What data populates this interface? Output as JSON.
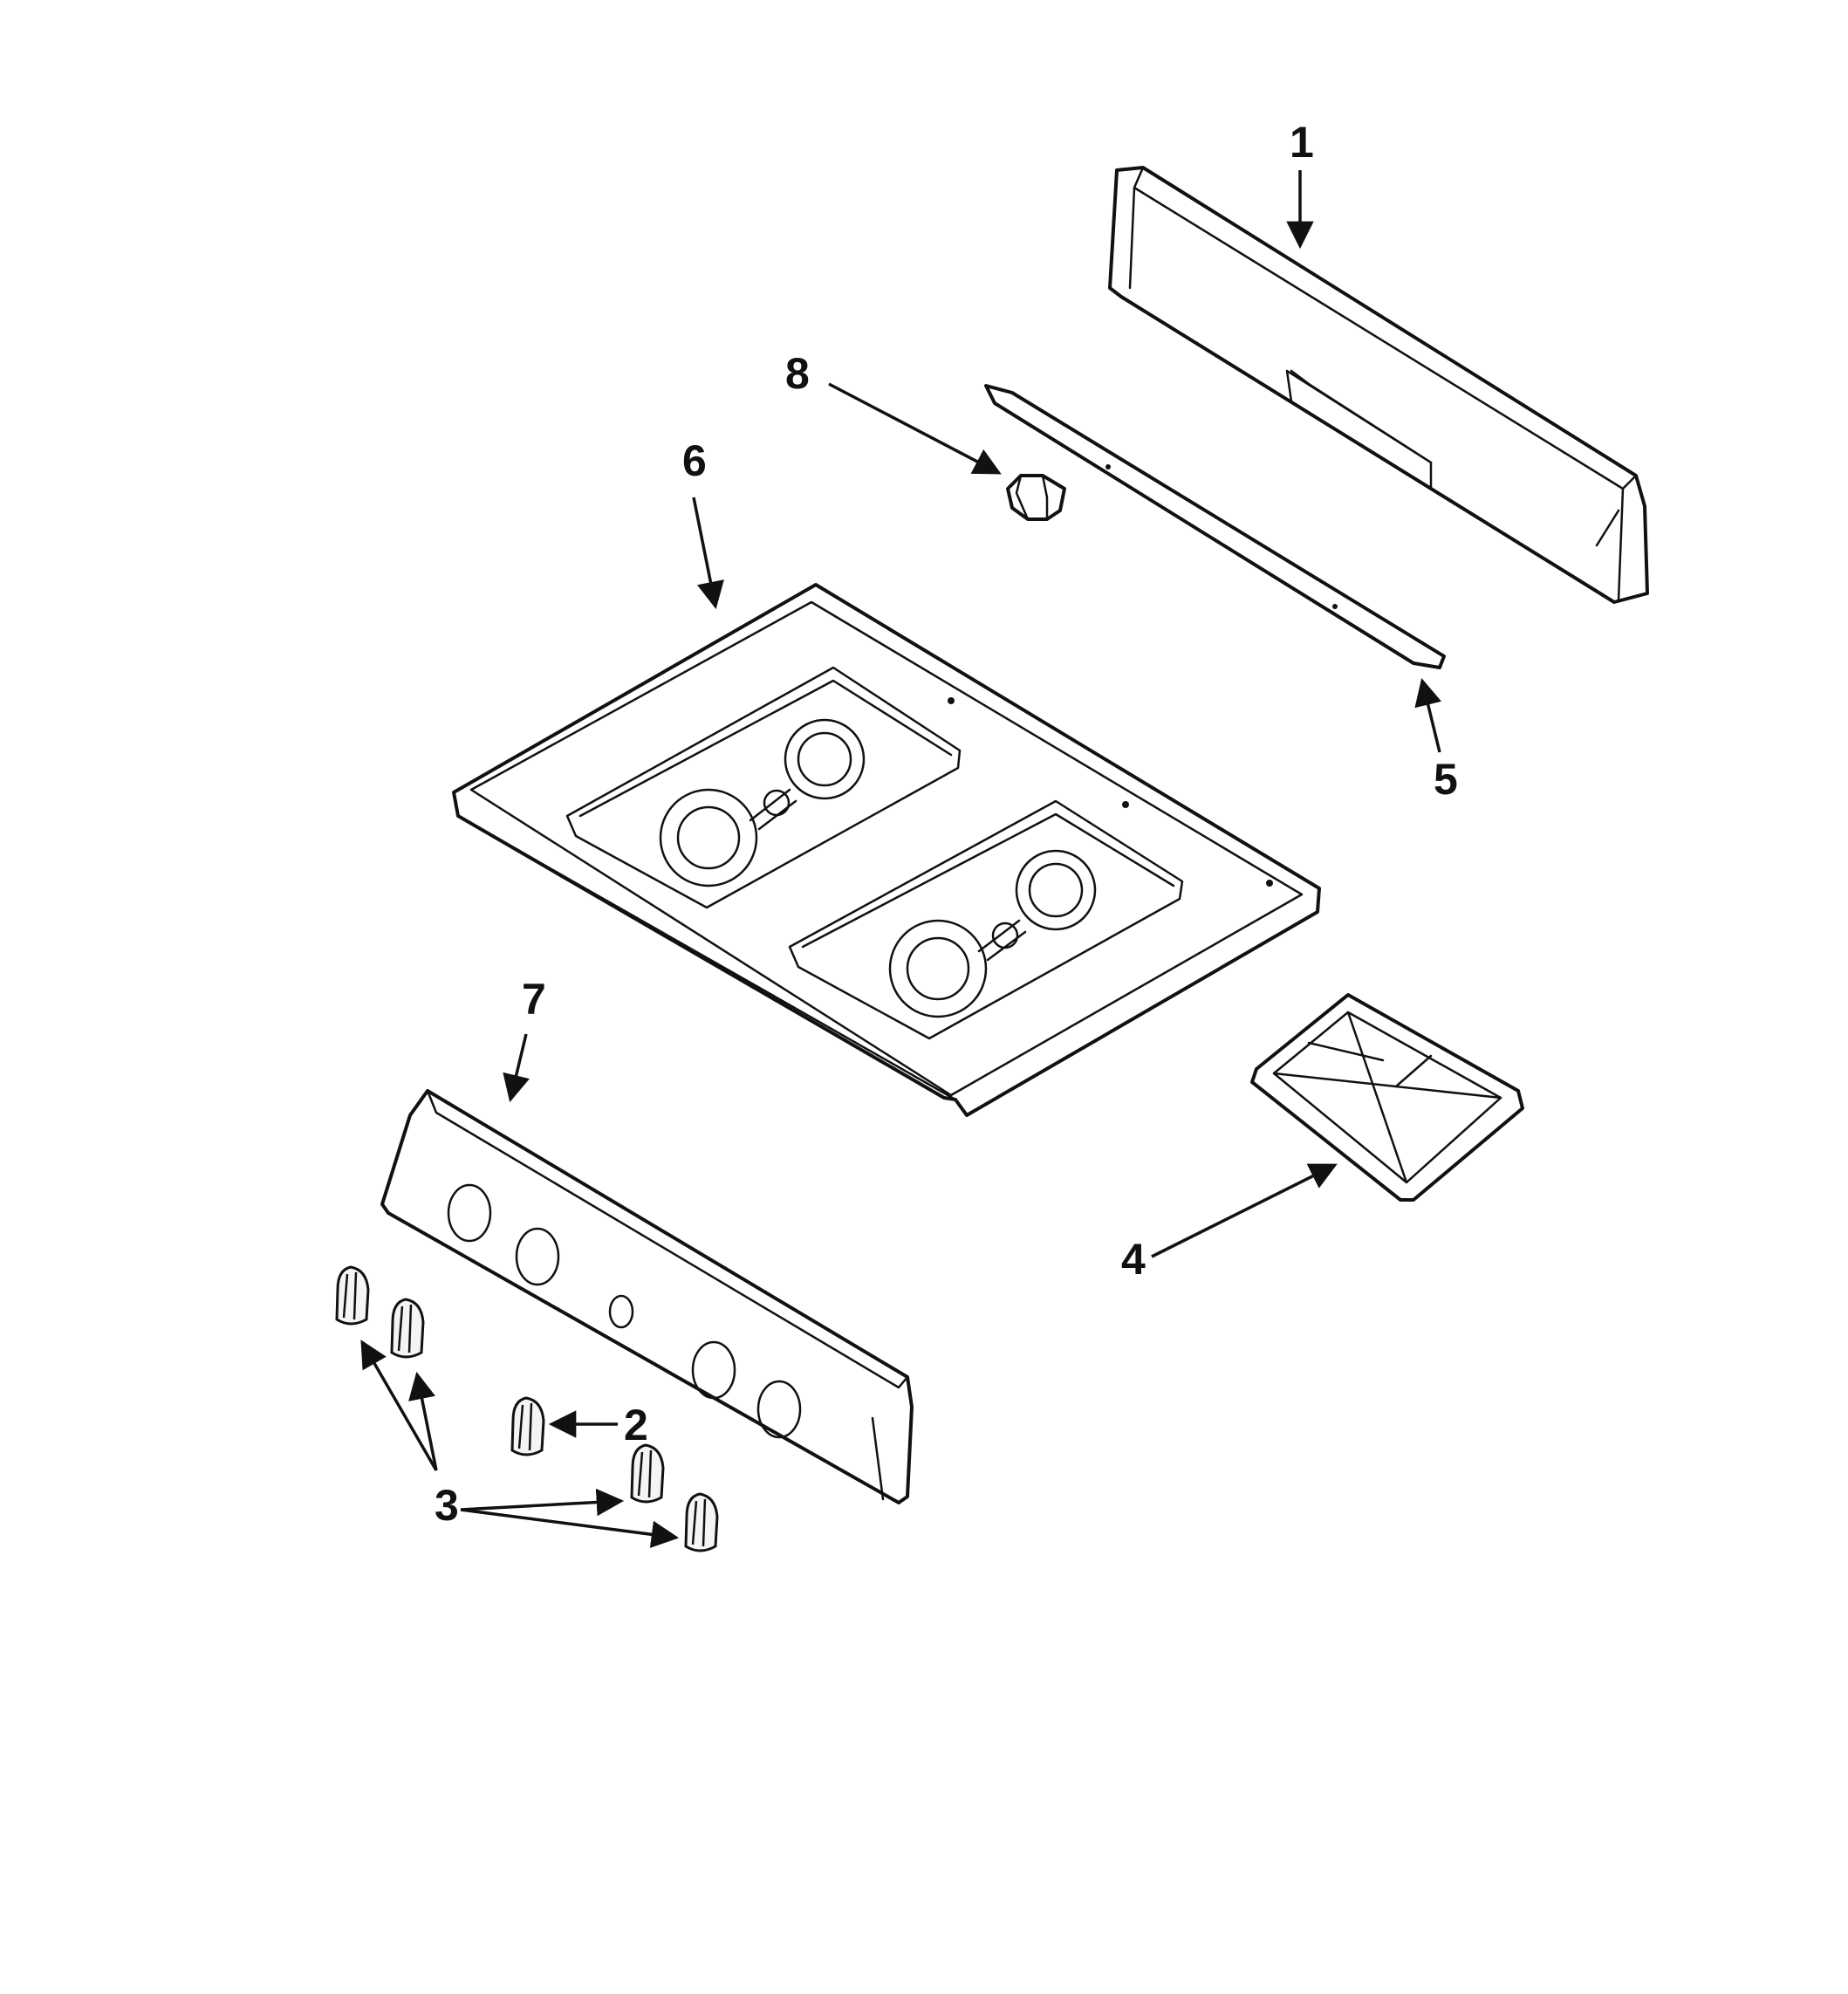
{
  "diagram": {
    "callouts": [
      {
        "id": "1",
        "label": "1"
      },
      {
        "id": "2",
        "label": "2"
      },
      {
        "id": "3",
        "label": "3"
      },
      {
        "id": "4",
        "label": "4"
      },
      {
        "id": "5",
        "label": "5"
      },
      {
        "id": "6",
        "label": "6"
      },
      {
        "id": "7",
        "label": "7"
      },
      {
        "id": "8",
        "label": "8"
      }
    ],
    "parts": [
      {
        "callout": "1",
        "icon": "backguard-icon"
      },
      {
        "callout": "2",
        "icon": "knob-icon"
      },
      {
        "callout": "3",
        "icon": "knob-icon"
      },
      {
        "callout": "4",
        "icon": "burner-grate-icon"
      },
      {
        "callout": "5",
        "icon": "mounting-bracket-icon"
      },
      {
        "callout": "6",
        "icon": "cooktop-icon"
      },
      {
        "callout": "7",
        "icon": "control-panel-icon"
      },
      {
        "callout": "8",
        "icon": "clip-icon"
      }
    ]
  }
}
